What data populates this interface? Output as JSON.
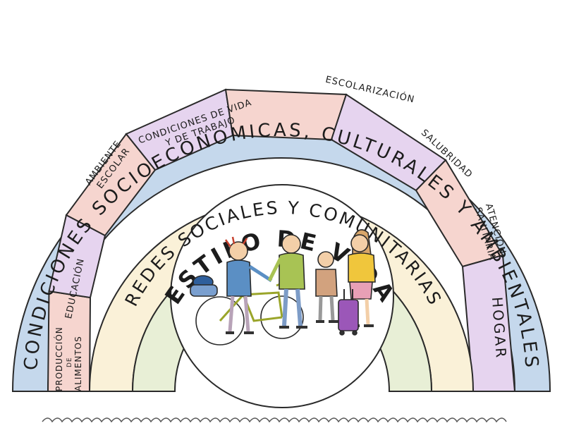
{
  "diagram": {
    "bands": {
      "outer_label": "CONDICIONES SOCIOECONOMICAS, CULTURALES Y AMBIENTALES",
      "social_label": "REDES SOCIALES Y COMUNITARIAS",
      "lifestyle_label": "ESTILO DE VIDA"
    },
    "segments": {
      "produccion": [
        "PRODUCCIÓN",
        "DE",
        "ALIMENTOS"
      ],
      "educacion": "EDUCACIÓN",
      "ambiente": [
        "AMBIENTE",
        "ESCOLAR"
      ],
      "condiciones": [
        "CONDICIONES DE VIDA",
        "Y DE TRABAJO"
      ],
      "escolarizacion": "ESCOLARIZACIÓN",
      "salubridad": "SALUBRIDAD",
      "atencion": [
        "ATENCIÓN",
        "SANITARIA"
      ],
      "hogar": "HOGAR"
    },
    "colors": {
      "outer": "#c5d8ec",
      "pink": "#f6d5cf",
      "lilac": "#e6d4ef",
      "cream": "#faf1d8",
      "green": "#e8efd6",
      "outline": "#2a2a2a"
    }
  }
}
